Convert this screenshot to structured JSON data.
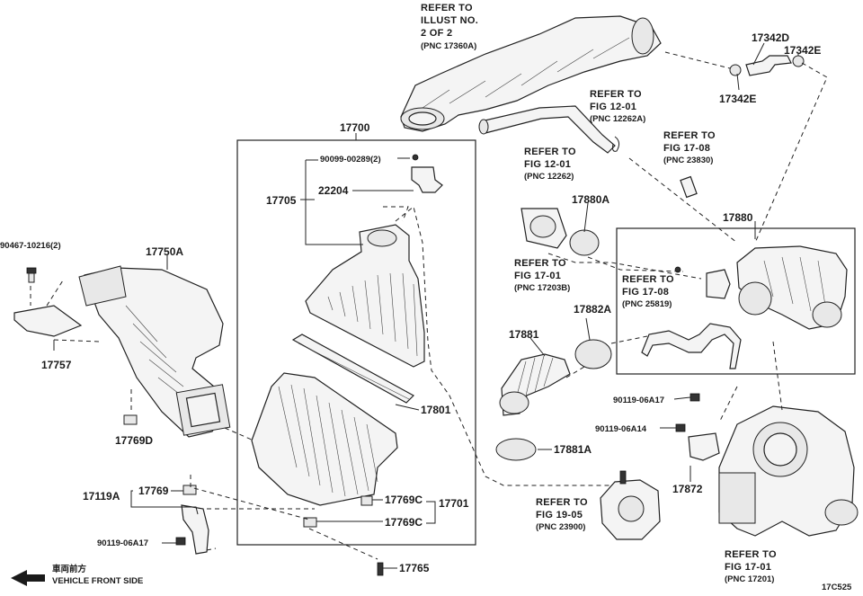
{
  "labels": {
    "p17700": "17700",
    "p90099": "90099-00289(2)",
    "p17705": "17705",
    "p22204": "22204",
    "p17801": "17801",
    "p17769C_a": "17769C",
    "p17769C_b": "17769C",
    "p17701": "17701",
    "p17765": "17765",
    "p90467": "90467-10216(2)",
    "p17750A": "17750A",
    "p17757": "17757",
    "p17769D": "17769D",
    "p17119A": "17119A",
    "p17769": "17769",
    "p90119_06A17_left": "90119-06A17",
    "p17880A": "17880A",
    "p17880": "17880",
    "p17881": "17881",
    "p17882A": "17882A",
    "p17881A": "17881A",
    "p90119_06A17_right": "90119-06A17",
    "p90119_06A14": "90119-06A14",
    "p17872": "17872",
    "p17342D": "17342D",
    "p17342E_a": "17342E",
    "p17342E_b": "17342E"
  },
  "refs": {
    "illust": {
      "l1": "REFER TO",
      "l2": "ILLUST NO.",
      "l3": "2 OF 2",
      "pnc": "(PNC 17360A)"
    },
    "fig12_01_a": {
      "l1": "REFER TO",
      "l2": "FIG 12-01",
      "pnc": "(PNC 12262A)"
    },
    "fig12_01_b": {
      "l1": "REFER TO",
      "l2": "FIG 12-01",
      "pnc": "(PNC 12262)"
    },
    "fig17_08_a": {
      "l1": "REFER TO",
      "l2": "FIG 17-08",
      "pnc": "(PNC 23830)"
    },
    "fig17_01_a": {
      "l1": "REFER TO",
      "l2": "FIG 17-01",
      "pnc": "(PNC 17203B)"
    },
    "fig17_08_b": {
      "l1": "REFER TO",
      "l2": "FIG 17-08",
      "pnc": "(PNC 25819)"
    },
    "fig19_05": {
      "l1": "REFER TO",
      "l2": "FIG 19-05",
      "pnc": "(PNC 23900)"
    },
    "fig17_01_b": {
      "l1": "REFER TO",
      "l2": "FIG 17-01",
      "pnc": "(PNC 17201)"
    }
  },
  "front": {
    "jp": "車両前方",
    "en": "VEHICLE FRONT SIDE"
  },
  "figure_code": "17C525"
}
